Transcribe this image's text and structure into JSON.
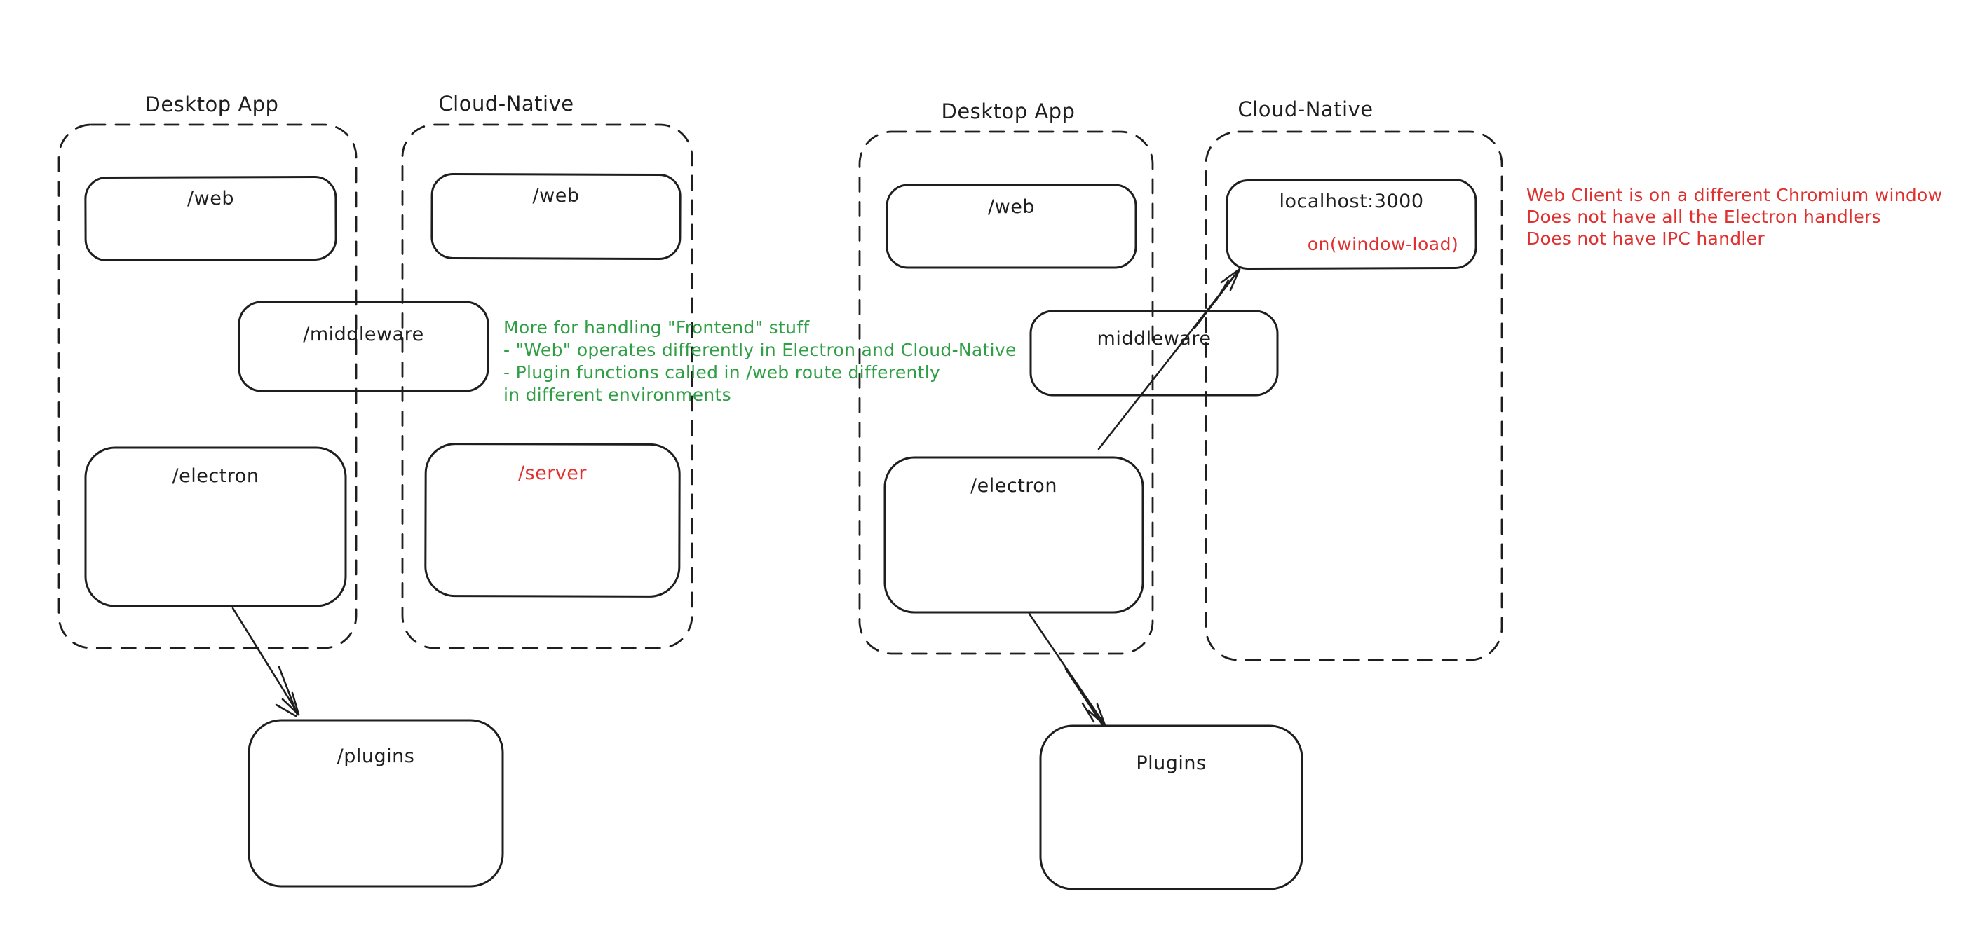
{
  "colors": {
    "ink": "#1e1e1e",
    "red": "#e03131",
    "green": "#2f9e44",
    "background": "#ffffff"
  },
  "left_diagram": {
    "desktop_group_label": "Desktop App",
    "cloud_group_label": "Cloud-Native",
    "boxes": {
      "web_desktop": "/web",
      "web_cloud": "/web",
      "middleware": "/middleware",
      "electron": "/electron",
      "server": "/server",
      "plugins": "/plugins"
    },
    "green_note": {
      "line1": "More for handling \"Frontend\" stuff",
      "line2": "- \"Web\" operates differently in Electron and Cloud-Native",
      "line3": "- Plugin functions called in /web route differently",
      "line4": "in different environments"
    }
  },
  "right_diagram": {
    "desktop_group_label": "Desktop App",
    "cloud_group_label": "Cloud-Native",
    "boxes": {
      "web": "/web",
      "localhost": "localhost:3000",
      "window_load": "on(window-load)",
      "middleware": "middleware",
      "electron": "/electron",
      "plugins": "Plugins"
    },
    "red_note": {
      "line1": "Web Client is on a different Chromium window",
      "line2": "Does not have all the Electron handlers",
      "line3": "Does not have IPC handler"
    }
  }
}
